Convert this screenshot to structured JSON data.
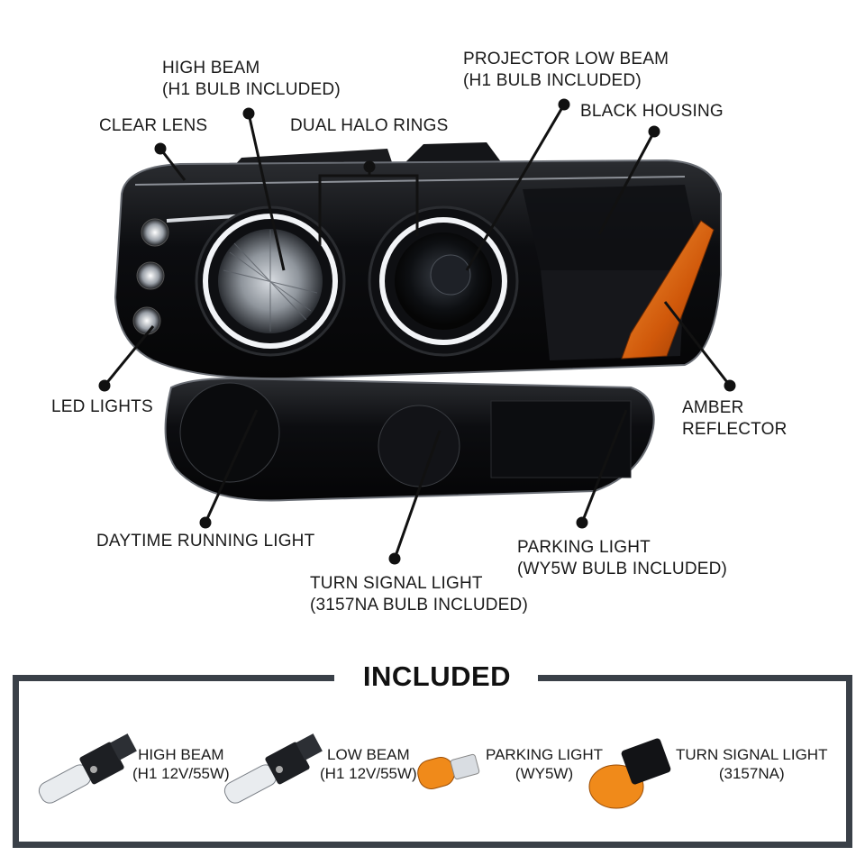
{
  "callouts": {
    "high_beam": [
      "HIGH BEAM",
      "(H1 BULB INCLUDED)"
    ],
    "projector_low_beam": [
      "PROJECTOR LOW BEAM",
      "(H1 BULB INCLUDED)"
    ],
    "clear_lens": "CLEAR LENS",
    "dual_halo_rings": "DUAL HALO RINGS",
    "black_housing": "BLACK HOUSING",
    "led_lights": "LED LIGHTS",
    "amber_reflector": [
      "AMBER",
      "REFLECTOR"
    ],
    "daytime_running_light": "DAYTIME RUNNING LIGHT",
    "parking_light": [
      "PARKING LIGHT",
      "(WY5W BULB INCLUDED)"
    ],
    "turn_signal_light": [
      "TURN SIGNAL LIGHT",
      "(3157NA BULB INCLUDED)"
    ]
  },
  "included": {
    "title": "INCLUDED",
    "items": [
      {
        "name": "HIGH BEAM",
        "spec": "(H1 12V/55W)"
      },
      {
        "name": "LOW BEAM",
        "spec": "(H1 12V/55W)"
      },
      {
        "name": "PARKING LIGHT",
        "spec": "(WY5W)"
      },
      {
        "name": "TURN SIGNAL LIGHT",
        "spec": "(3157NA)"
      }
    ]
  },
  "colors": {
    "housing": "#0b0b0d",
    "amber": "#e06a10",
    "frame": "#3a4048",
    "bulb_amber": "#f08a1a"
  }
}
